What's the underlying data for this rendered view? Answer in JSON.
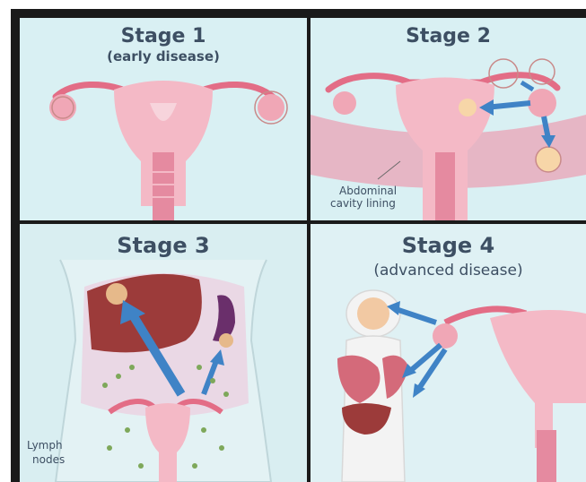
{
  "panels": [
    {
      "title": "Stage 1",
      "subtitle": "(early disease)"
    },
    {
      "title": "Stage 2",
      "label_line1": "Abdominal",
      "label_line2": "cavity lining"
    },
    {
      "title": "Stage 3",
      "label_line1": "Lymph",
      "label_line2": "nodes"
    },
    {
      "title": "Stage 4",
      "subtitle": "(advanced disease)"
    }
  ],
  "colors": {
    "background_panel": "#d9f0f3",
    "uterus": "#f4b9c6",
    "uterus_dark": "#e58aa0",
    "tube": "#e36d86",
    "arrow": "#3f83c6",
    "liver": "#9c3b3a",
    "title_text": "#3d4f63"
  },
  "icons": [
    "uterus-diagram",
    "liver-icon",
    "spleen-icon",
    "lymph-node-icon",
    "spread-arrow-icon",
    "body-silhouette-icon"
  ]
}
